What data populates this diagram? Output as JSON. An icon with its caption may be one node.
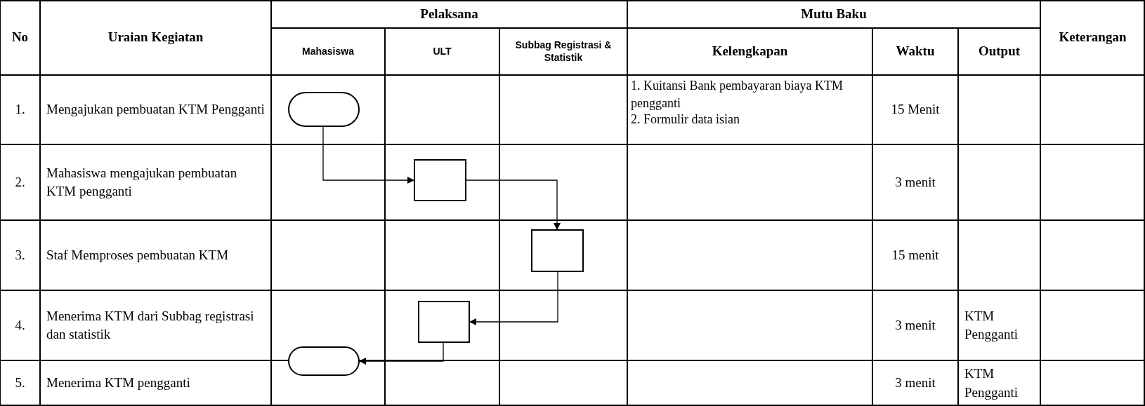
{
  "diagram": {
    "nodes": [
      {
        "text": [],
        "shape": "capsule"
      },
      {
        "text": [],
        "shape": "box"
      },
      {
        "text": [],
        "shape": "box"
      },
      {
        "text": [],
        "shape": "box"
      },
      {
        "text": [],
        "shape": "capsule"
      }
    ],
    "edges": [
      {
        "from": 0,
        "to": 1,
        "arrow": "to"
      },
      {
        "from": 1,
        "to": 2,
        "arrow": "to"
      },
      {
        "from": 2,
        "to": 3,
        "arrow": "to"
      },
      {
        "from": 3,
        "to": 4,
        "arrow": "to"
      }
    ],
    "labels": [
      "No",
      "Uraian Kegiatan",
      "Pelaksana",
      "Mutu Baku",
      "Keterangan",
      "Mahasiswa",
      "ULT",
      "Subbag Registrasi & Statistik",
      "Kelengkapan",
      "Waktu",
      "Output",
      "1.",
      "Mengajukan pembuatan KTM Pengganti",
      "1. Kuitansi Bank pembayaran biaya KTM pengganti",
      "2. Formulir data isian",
      "15 Menit",
      "2.",
      "Mahasiswa mengajukan pembuatan KTM pengganti",
      "3 menit",
      "3.",
      "Staf Memproses pembuatan KTM",
      "15 menit",
      "4.",
      "Menerima KTM dari Subbag registrasi dan statistik",
      "3 menit",
      "KTM Pengganti",
      "5.",
      "Menerima KTM pengganti",
      "3 menit",
      "KTM Pengganti"
    ]
  }
}
